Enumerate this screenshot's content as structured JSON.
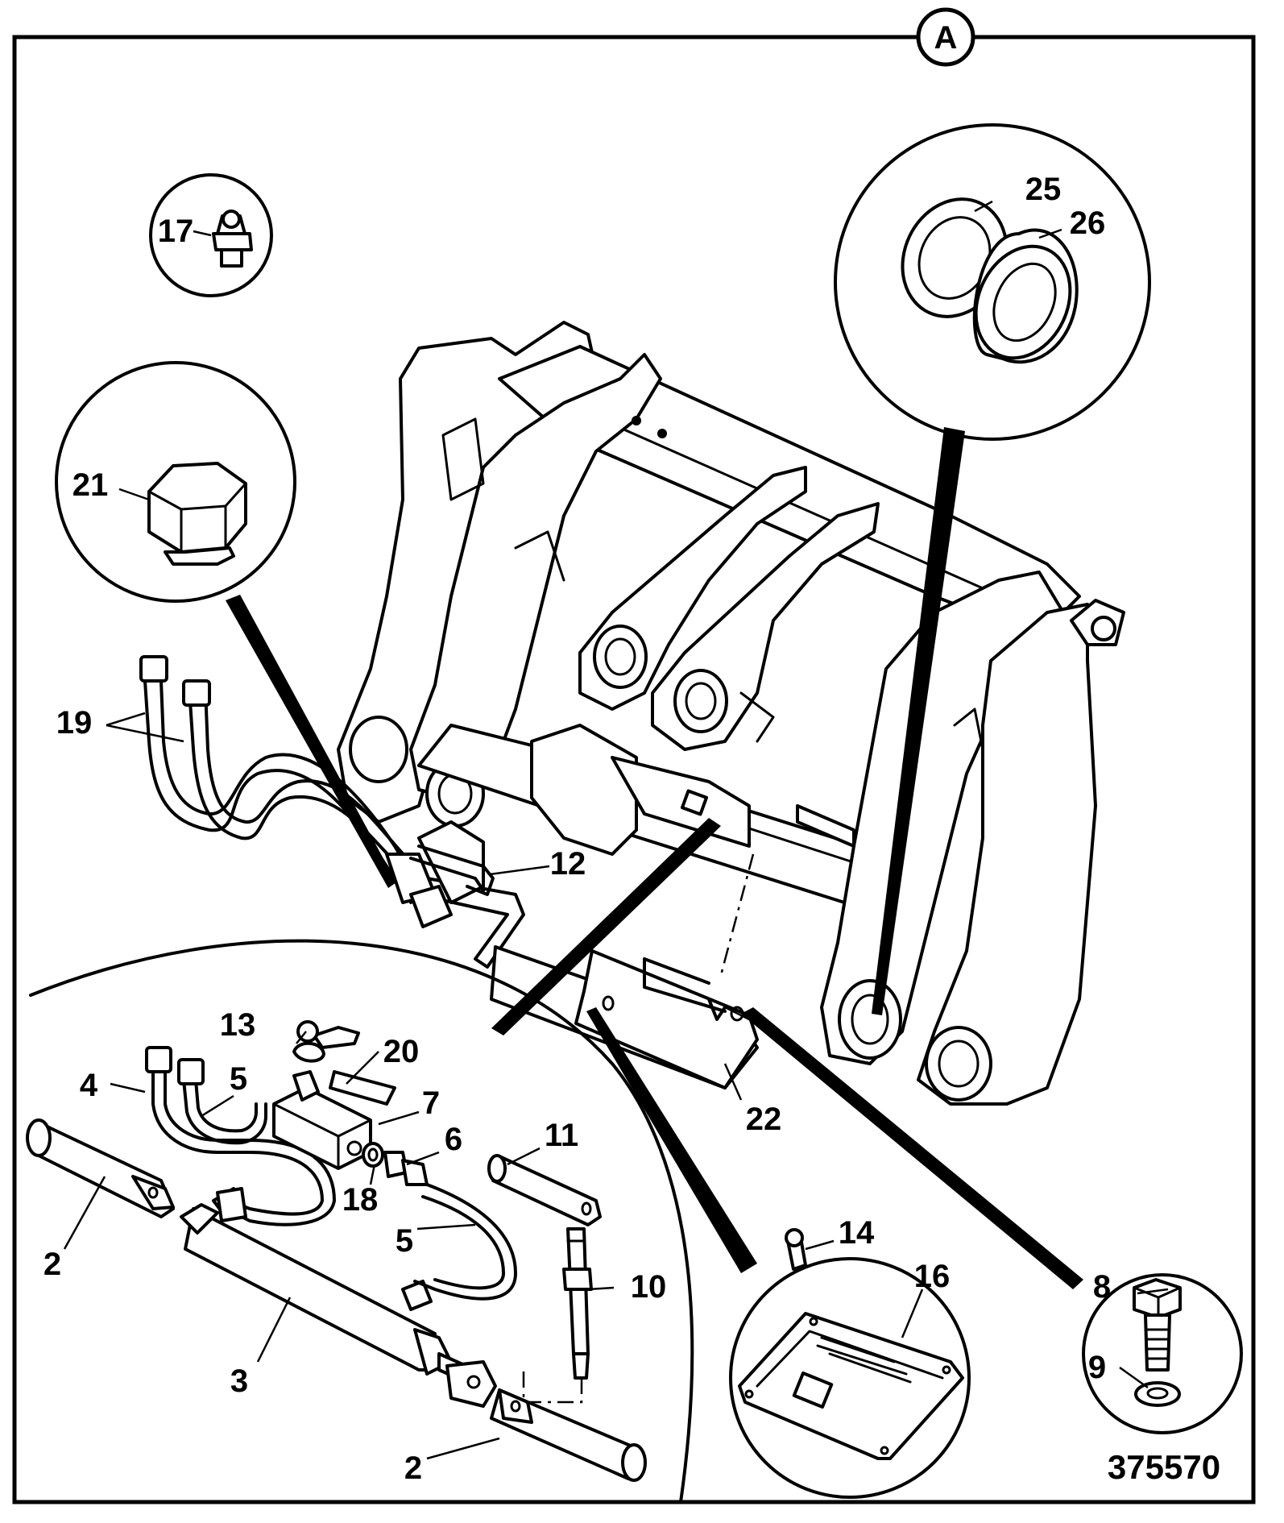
{
  "view_marker": "A",
  "drawing_number": "375570",
  "callouts": {
    "c2a": "2",
    "c2b": "2",
    "c3": "3",
    "c4": "4",
    "c5a": "5",
    "c5b": "5",
    "c6": "6",
    "c7": "7",
    "c8": "8",
    "c9": "9",
    "c10": "10",
    "c11": "11",
    "c12": "12",
    "c13": "13",
    "c14": "14",
    "c16": "16",
    "c17": "17",
    "c18": "18",
    "c19": "19",
    "c20": "20",
    "c21": "21",
    "c22": "22",
    "c25": "25",
    "c26": "26"
  }
}
